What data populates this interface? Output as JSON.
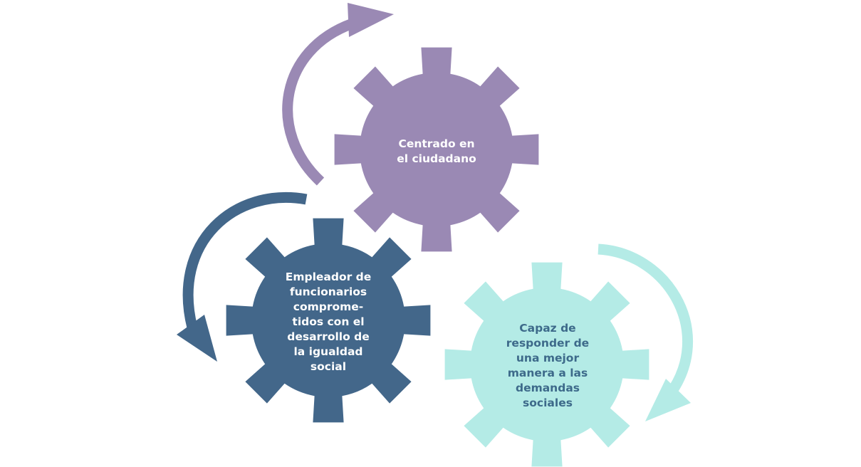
{
  "colors": {
    "purple": "#9a89b4",
    "blue": "#43678a",
    "teal": "#b4ebe6",
    "teal_text": "#3d6a8a",
    "background": "#ffffff"
  },
  "gears": [
    {
      "id": "purple",
      "lines": [
        "Centrado en",
        "el ciudadano"
      ]
    },
    {
      "id": "blue",
      "lines": [
        "Empleador de",
        "funcionarios",
        "comprome-",
        "tidos con el",
        "desarrollo de",
        "la igualdad",
        "social"
      ]
    },
    {
      "id": "teal",
      "lines": [
        "Capaz de",
        "responder de",
        "una mejor",
        "manera a las",
        "demandas",
        "sociales"
      ]
    }
  ],
  "arrows": [
    {
      "id": "purple",
      "icon": "curved-arrow-icon"
    },
    {
      "id": "blue",
      "icon": "curved-arrow-icon"
    },
    {
      "id": "teal",
      "icon": "curved-arrow-icon"
    }
  ]
}
